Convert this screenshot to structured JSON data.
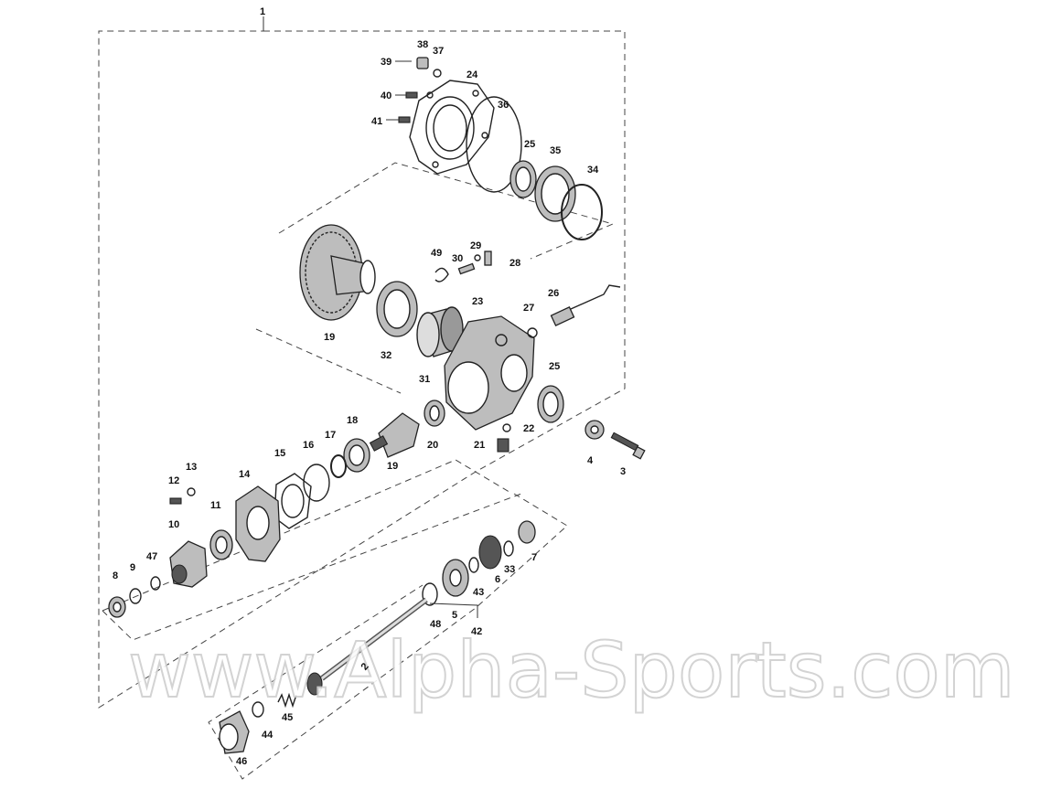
{
  "watermark": "www.Alpha-Sports.com",
  "callouts": [
    "1",
    "2",
    "3",
    "4",
    "5",
    "6",
    "7",
    "8",
    "9",
    "10",
    "11",
    "12",
    "13",
    "14",
    "15",
    "16",
    "17",
    "18",
    "19",
    "19",
    "20",
    "21",
    "22",
    "23",
    "24",
    "25",
    "25",
    "26",
    "27",
    "28",
    "29",
    "30",
    "31",
    "32",
    "33",
    "34",
    "35",
    "36",
    "37",
    "38",
    "39",
    "40",
    "41",
    "42",
    "43",
    "44",
    "45",
    "46",
    "47",
    "48",
    "49"
  ]
}
